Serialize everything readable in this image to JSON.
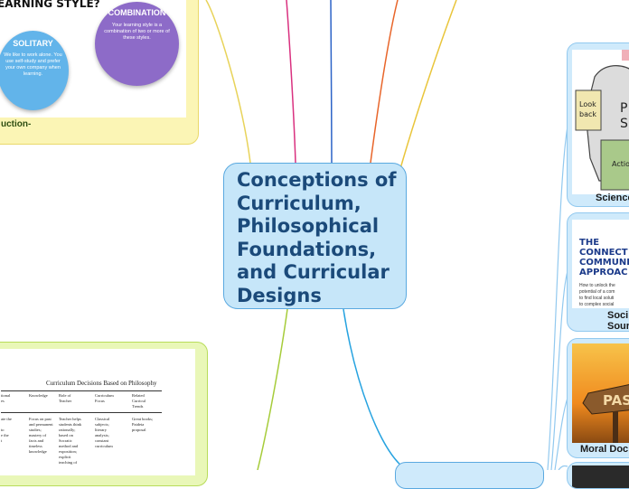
{
  "central_topic": "Conceptions of Curriculum, Philosophical Foundations, and Curricular Designs",
  "learning_styles_card": {
    "heading_fragment": "EARNING STYLE?",
    "solitary": {
      "title": "SOLITARY",
      "text": "We like to work alone. You use self-study and prefer your own company when learning."
    },
    "combination": {
      "title": "COMBINATION",
      "text": "Your learning style is a combination of two or more of these styles."
    },
    "label_fragment": "uction-"
  },
  "philosophy_table_card": {
    "table_title": "Curriculum Decisions Based on Philosophy",
    "headers": [
      "tional\nes",
      "Knowledge",
      "Role of\nTeacher",
      "Curriculum\nFocus",
      "Related\nCurricul\nTrends"
    ],
    "row": [
      "ate the\n\nto\ne the\nt",
      "Focus on past\nand permanent\nstudies;\nmastery of\nfacts and\ntimeless\nknowledge",
      "Teacher helps\nstudents think\nrationally;\nbased on\nSocratic\nmethod and\nexposition;\nexplicit\nteaching of",
      "Classical\nsubjects;\nliterary\nanalysis;\nconstant\ncurriculum",
      "Great books;\nPaideia\nproposal"
    ]
  },
  "right_cards": [
    {
      "caption": "Science",
      "image_texts": [
        "Look\nback",
        "P\nS",
        "Actio"
      ]
    },
    {
      "caption": "Soci\nSour",
      "image_texts": [
        "THE\nCONNECT\nCOMMUNI\nAPPROAC",
        "How to unlock the\npotential of a com\nto find local soluti\nto complex social"
      ]
    },
    {
      "caption": "Moral Doc",
      "image_texts": [
        "PAST"
      ]
    }
  ],
  "colors": {
    "central_fill": "#c6e6f9",
    "central_border": "#5aa9e0",
    "yellow_card": "#fbf5b5",
    "green_card": "#e9f7b8",
    "blue_card": "#cfeafb"
  }
}
